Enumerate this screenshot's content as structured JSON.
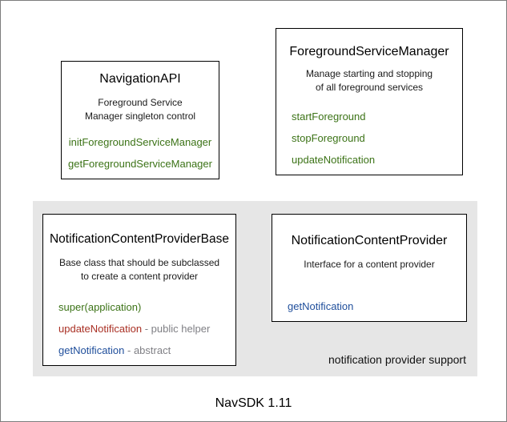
{
  "colors": {
    "green": "#3c7317",
    "red": "#a93024",
    "blue": "#1f4e9b",
    "gray_text": "#7f7f84",
    "panel_bg": "#e6e6e6",
    "box_border": "#000000"
  },
  "boxes": {
    "navigation_api": {
      "title": "NavigationAPI",
      "description_line1": "Foreground Service",
      "description_line2": "Manager singleton control",
      "methods": [
        {
          "name": "initForegroundServiceManager",
          "color": "#3c7317"
        },
        {
          "name": "getForegroundServiceManager",
          "color": "#3c7317"
        }
      ]
    },
    "foreground_service_manager": {
      "title": "ForegroundServiceManager",
      "description_line1": "Manage starting and stopping",
      "description_line2": "of all foreground services",
      "methods": [
        {
          "name": "startForeground",
          "color": "#3c7317"
        },
        {
          "name": "stopForeground",
          "color": "#3c7317"
        },
        {
          "name": "updateNotification",
          "color": "#3c7317"
        }
      ]
    },
    "notification_content_provider_base": {
      "title": "NotificationContentProviderBase",
      "description_line1": "Base class that should be subclassed",
      "description_line2": "to create a content provider",
      "methods": [
        {
          "name": "super(application)",
          "suffix": "",
          "color": "#3c7317"
        },
        {
          "name": "updateNotification",
          "suffix": " - public helper",
          "color": "#a93024"
        },
        {
          "name": "getNotification",
          "suffix": " - abstract",
          "color": "#1f4e9b"
        }
      ]
    },
    "notification_content_provider": {
      "title": "NotificationContentProvider",
      "description_line1": "Interface for a content provider",
      "methods": [
        {
          "name": "getNotification",
          "color": "#1f4e9b"
        }
      ]
    }
  },
  "group": {
    "label": "notification provider support"
  },
  "caption": "NavSDK 1.11"
}
